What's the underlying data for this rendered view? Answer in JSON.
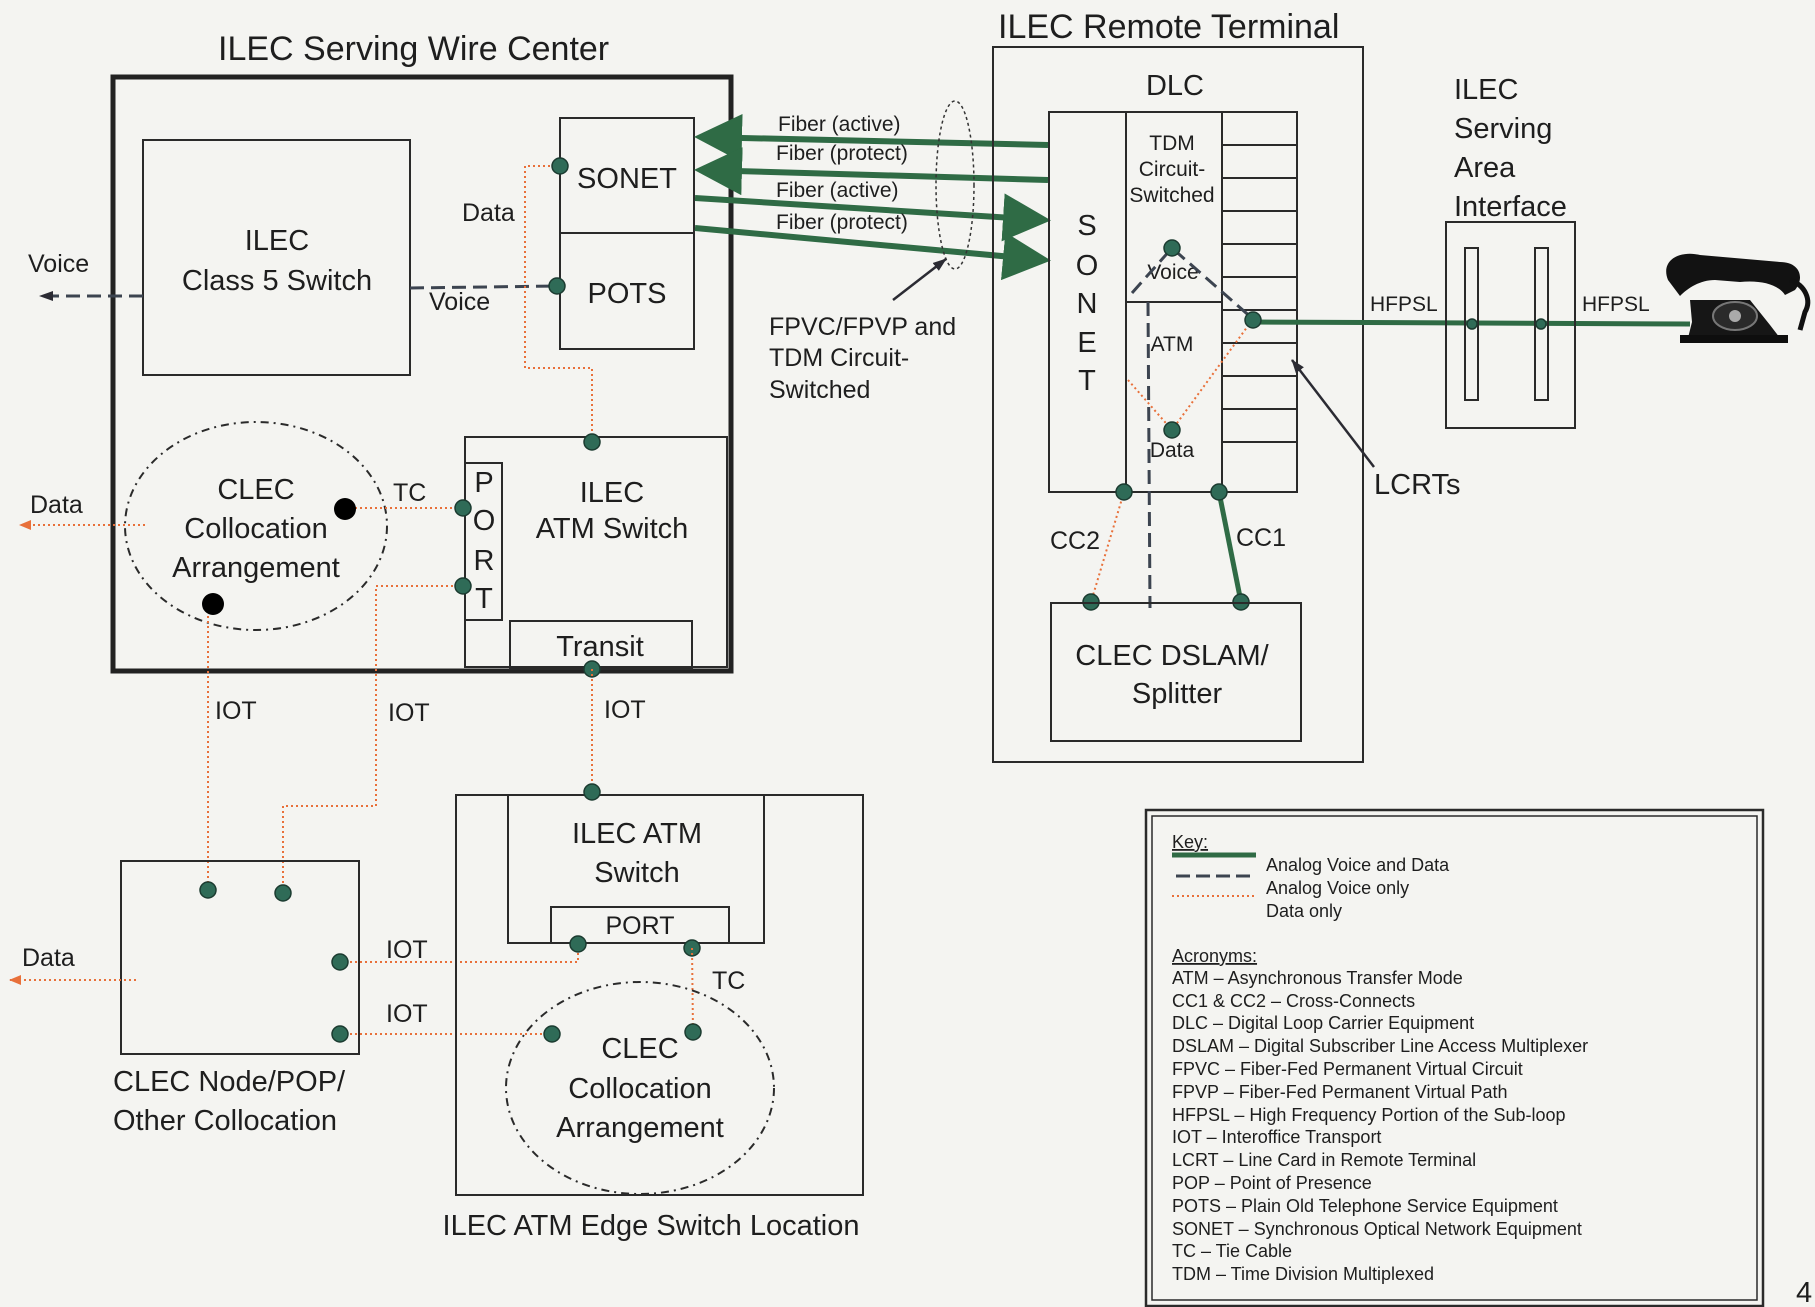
{
  "wire_center": {
    "title": "ILEC Serving Wire Center",
    "class5_line1": "ILEC",
    "class5_line2": "Class 5 Switch",
    "sonet": "SONET",
    "pots": "POTS",
    "data_label": "Data",
    "voice_label": "Voice",
    "voice_out": "Voice",
    "data_out": "Data",
    "clec_line1": "CLEC",
    "clec_line2": "Collocation",
    "clec_line3": "Arrangement",
    "tc": "TC",
    "port": [
      "P",
      "O",
      "R",
      "T"
    ],
    "atm_line1": "ILEC",
    "atm_line2": "ATM Switch",
    "transit": "Transit"
  },
  "fiber": {
    "f1": "Fiber (active)",
    "f2": "Fiber (protect)",
    "f3": "Fiber (active)",
    "f4": "Fiber (protect)",
    "note1": "FPVC/FPVP and",
    "note2": "TDM Circuit-",
    "note3": "Switched"
  },
  "remote_terminal": {
    "title": "ILEC Remote Terminal",
    "dlc": "DLC",
    "sonet_letters": [
      "S",
      "O",
      "N",
      "E",
      "T"
    ],
    "tdm1": "TDM",
    "tdm2": "Circuit-",
    "tdm3": "Switched",
    "voice": "Voice",
    "atm": "ATM",
    "data": "Data",
    "cc2": "CC2",
    "cc1": "CC1",
    "dslam1": "CLEC DSLAM/",
    "dslam2": "Splitter",
    "lcrts": "LCRTs"
  },
  "sai": {
    "line1": "ILEC",
    "line2": "Serving",
    "line3": "Area",
    "line4": "Interface",
    "hfpsl_left": "HFPSL",
    "hfpsl_right": "HFPSL"
  },
  "iot": {
    "a": "IOT",
    "b": "IOT",
    "c": "IOT",
    "d": "IOT",
    "e": "IOT"
  },
  "clec_node": {
    "data": "Data",
    "line1": "CLEC Node/POP/",
    "line2": "Other Collocation"
  },
  "edge": {
    "title": "ILEC ATM Edge Switch Location",
    "atm1": "ILEC ATM",
    "atm2": "Switch",
    "port": "PORT",
    "tc": "TC",
    "clec1": "CLEC",
    "clec2": "Collocation",
    "clec3": "Arrangement"
  },
  "key": {
    "title": "Key:",
    "items": [
      "Analog Voice and Data",
      "Analog Voice only",
      "Data only"
    ],
    "acronyms_title": "Acronyms:",
    "acronyms": [
      "ATM – Asynchronous Transfer Mode",
      "CC1  & CC2 – Cross-Connects",
      "DLC – Digital Loop Carrier Equipment",
      "DSLAM – Digital Subscriber Line Access Multiplexer",
      "FPVC – Fiber-Fed Permanent Virtual Circuit",
      "FPVP – Fiber-Fed Permanent Virtual Path",
      "HFPSL – High Frequency Portion of the Sub-loop",
      "IOT – Interoffice Transport",
      "LCRT – Line Card in Remote Terminal",
      "POP – Point of Presence",
      "POTS – Plain Old Telephone Service Equipment",
      "SONET –  Synchronous Optical Network Equipment",
      "TC – Tie Cable",
      "TDM – Time Division Multiplexed"
    ]
  },
  "page_number": "4",
  "colors": {
    "analog_voice_and_data": "#2f6b45",
    "analog_voice_only": "#3c4450",
    "data_only": "#e8703a"
  }
}
